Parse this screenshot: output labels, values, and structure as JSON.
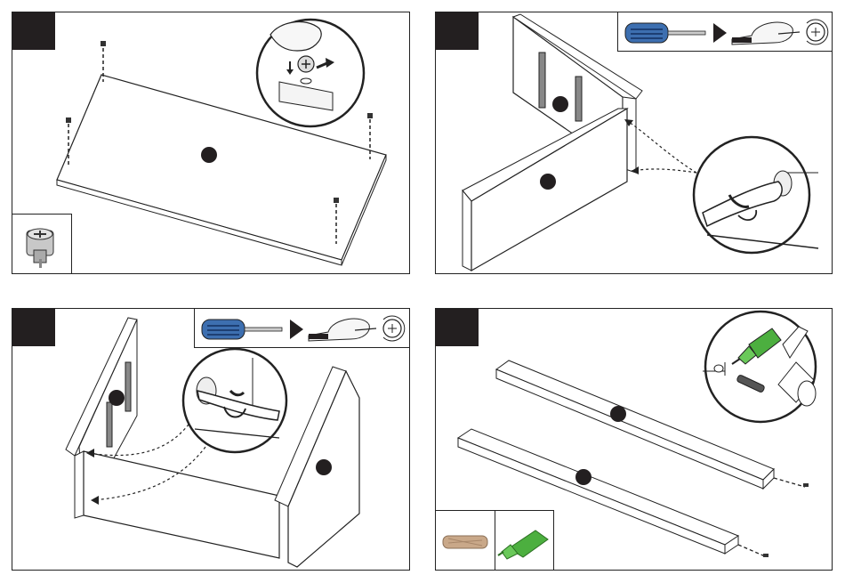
{
  "colors": {
    "ink": "#231f20",
    "screwdriver_handle": "#3d6fb0",
    "glue_tube": "#4caf3f",
    "dowel": "#c9a889"
  },
  "steps": [
    {
      "id": 1,
      "icons": [
        "cam-bolt-icon",
        "screw-insert-detail-icon"
      ]
    },
    {
      "id": 2,
      "icons": [
        "screwdriver-icon",
        "hand-rotate-icon",
        "cam-lock-detail-icon"
      ]
    },
    {
      "id": 3,
      "icons": [
        "screwdriver-icon",
        "hand-rotate-icon",
        "cam-lock-detail-icon"
      ]
    },
    {
      "id": 4,
      "icons": [
        "glue-tube-icon",
        "dowel-icon",
        "hammer-icon"
      ]
    }
  ]
}
